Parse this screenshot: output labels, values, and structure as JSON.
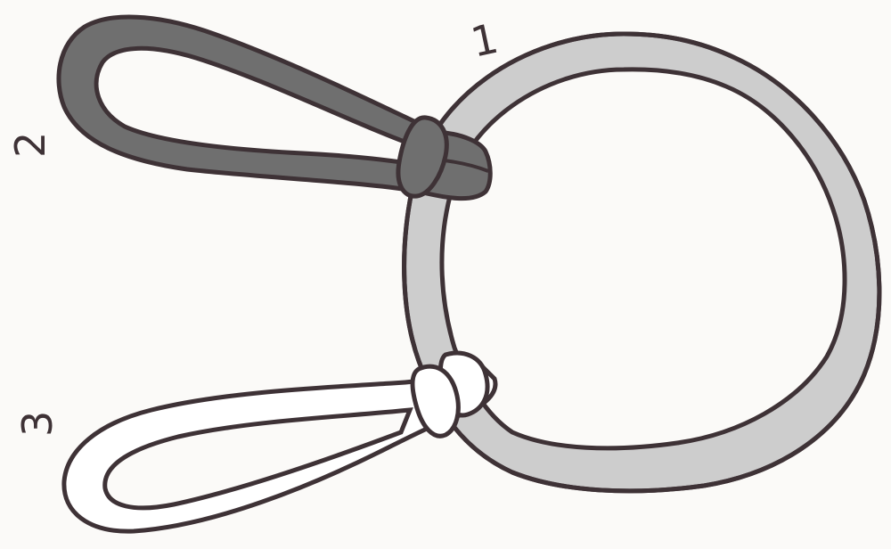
{
  "diagram": {
    "labels": {
      "ring": "1",
      "top_loop": "2",
      "bottom_loop": "3"
    },
    "colors": {
      "outline": "#3e3236",
      "ring_fill": "#cdcdcd",
      "top_loop_fill": "#6f6f6f",
      "bottom_loop_fill": "#ffffff",
      "background": "#fbfaf8"
    }
  }
}
